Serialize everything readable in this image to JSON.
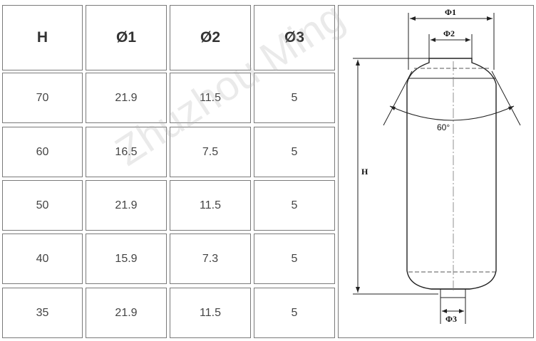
{
  "table": {
    "headers": [
      "H",
      "Ø1",
      "Ø2",
      "Ø3"
    ],
    "rows": [
      [
        "70",
        "21.9",
        "11.5",
        "5"
      ],
      [
        "60",
        "16.5",
        "7.5",
        "5"
      ],
      [
        "50",
        "21.9",
        "11.5",
        "5"
      ],
      [
        "40",
        "15.9",
        "7.3",
        "5"
      ],
      [
        "35",
        "21.9",
        "11.5",
        "5"
      ]
    ]
  },
  "drawing": {
    "phi1": "Φ1",
    "phi2": "Φ2",
    "phi3": "Φ3",
    "height": "H",
    "angle": "60°"
  },
  "watermark": "Zhuzhou Ming"
}
